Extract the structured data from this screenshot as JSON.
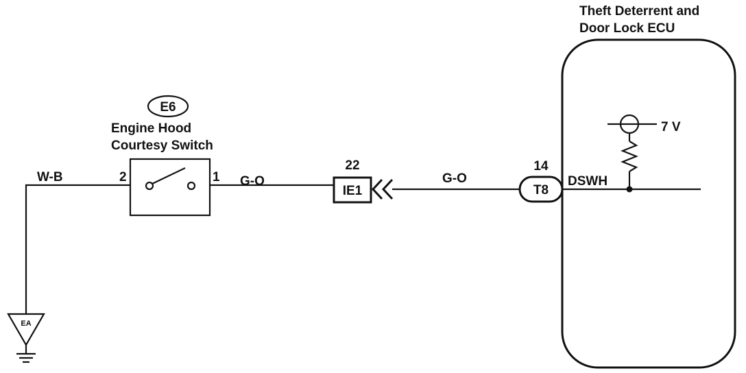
{
  "ground_wire": {
    "color_code": "W-B"
  },
  "ground_point": {
    "label": "EA"
  },
  "hood_switch": {
    "connector": "E6",
    "name_line1": "Engine Hood",
    "name_line2": "Courtesy Switch",
    "pin_left": "2",
    "pin_right": "1"
  },
  "wire_switch_to_junction": {
    "color_code": "G-O"
  },
  "junction_connector": {
    "label": "IE1",
    "pin": "22"
  },
  "wire_junction_to_ecu": {
    "color_code": "G-O"
  },
  "ecu_connector": {
    "label": "T8",
    "pin": "14"
  },
  "ecu": {
    "name_line1": "Theft Deterrent and",
    "name_line2": "Door Lock ECU",
    "terminal": "DSWH",
    "supply_voltage": "7 V"
  }
}
